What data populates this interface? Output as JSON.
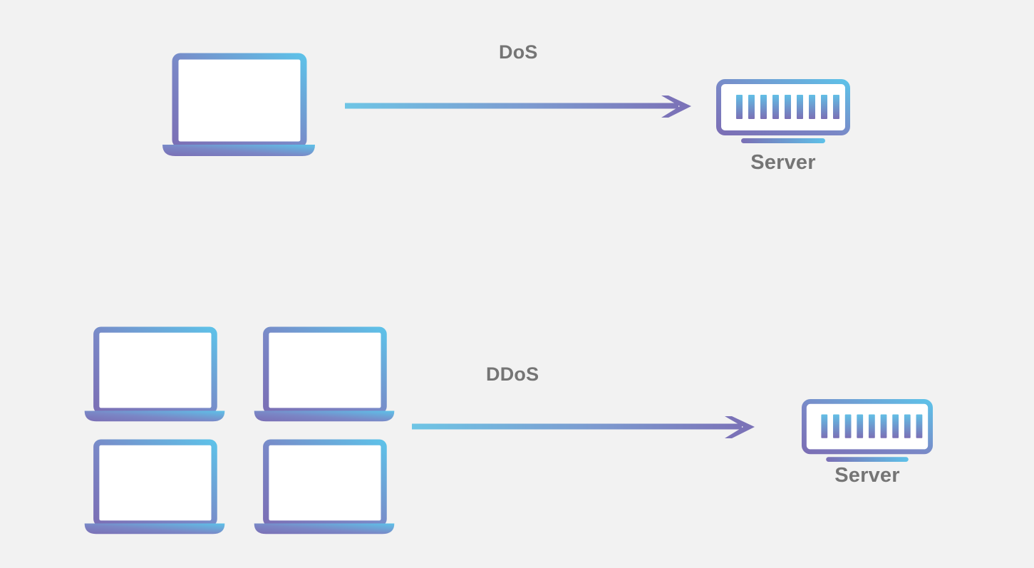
{
  "diagram": {
    "title": "DoS vs DDoS attack diagram",
    "background_color": "#f2f2f2",
    "palette": {
      "gradient_start": "#7b6fb5",
      "gradient_end": "#5ec1e8",
      "arrow_start": "#6ec5e5",
      "arrow_end": "#7b73b8",
      "label_color": "#757575",
      "screen_fill": "#ffffff"
    }
  },
  "scenes": [
    {
      "id": "dos",
      "attack_label": "DoS",
      "source_count": 1,
      "sources": [
        {
          "name": "laptop",
          "icon": "laptop-icon"
        }
      ],
      "arrow": {
        "direction": "right",
        "from": "laptop",
        "to": "server"
      },
      "target": {
        "icon": "server-icon",
        "label": "Server",
        "bar_count": 9
      }
    },
    {
      "id": "ddos",
      "attack_label": "DDoS",
      "source_count": 4,
      "sources": [
        {
          "name": "laptop",
          "icon": "laptop-icon"
        },
        {
          "name": "laptop",
          "icon": "laptop-icon"
        },
        {
          "name": "laptop",
          "icon": "laptop-icon"
        },
        {
          "name": "laptop",
          "icon": "laptop-icon"
        }
      ],
      "arrow": {
        "direction": "right",
        "from": "laptops",
        "to": "server"
      },
      "target": {
        "icon": "server-icon",
        "label": "Server",
        "bar_count": 9
      }
    }
  ]
}
